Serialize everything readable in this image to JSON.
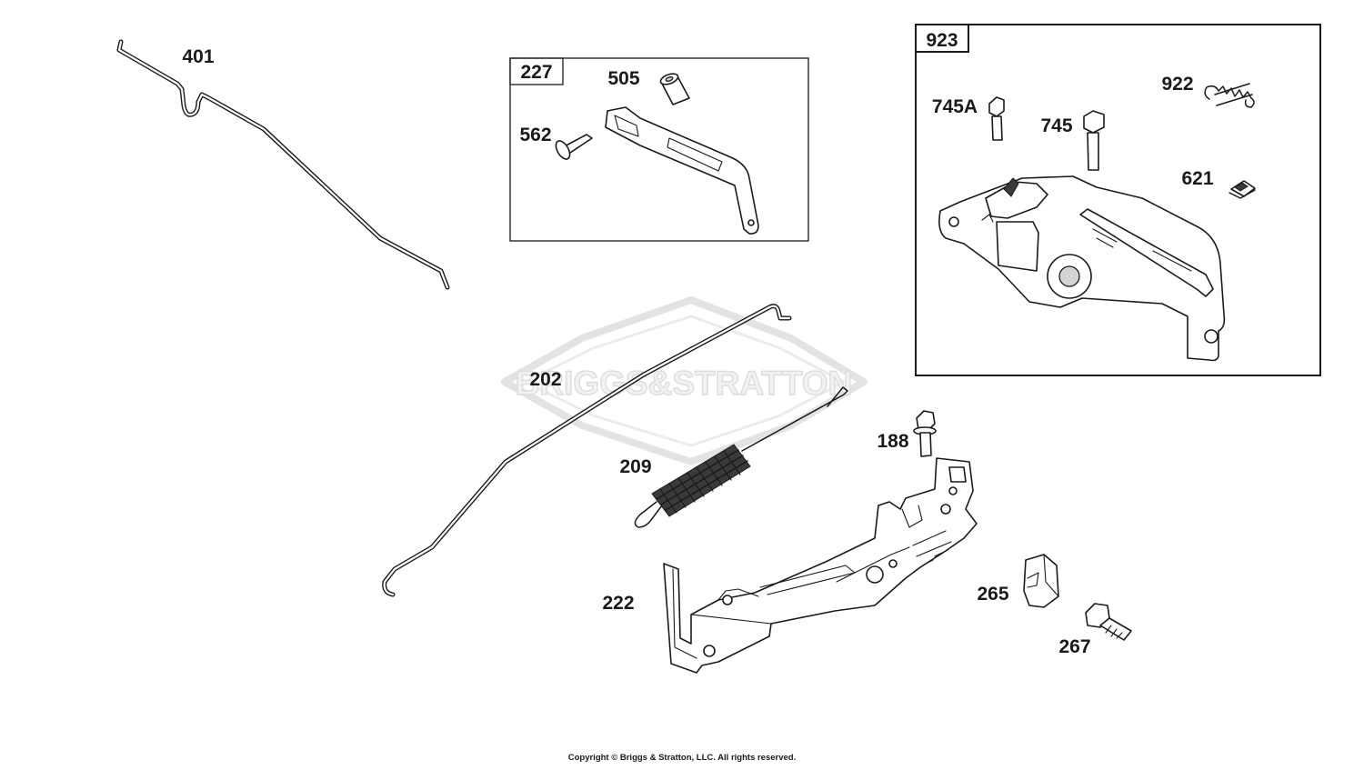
{
  "watermark": {
    "text": "BRIGGS&STRATTON"
  },
  "copyright": "Copyright © Briggs & Stratton, LLC. All rights reserved.",
  "kits": [
    {
      "id": "227",
      "contains": [
        "505",
        "562"
      ]
    },
    {
      "id": "923",
      "contains": [
        "745A",
        "745",
        "922",
        "621"
      ]
    }
  ],
  "callouts": {
    "p401": "401",
    "p505": "505",
    "p562": "562",
    "p745A": "745A",
    "p745": "745",
    "p922": "922",
    "p621": "621",
    "p202": "202",
    "p209": "209",
    "p188": "188",
    "p222": "222",
    "p265": "265",
    "p267": "267"
  },
  "colors": {
    "line": "#1a1a1a",
    "watermark": "#dedede",
    "background": "#ffffff"
  }
}
